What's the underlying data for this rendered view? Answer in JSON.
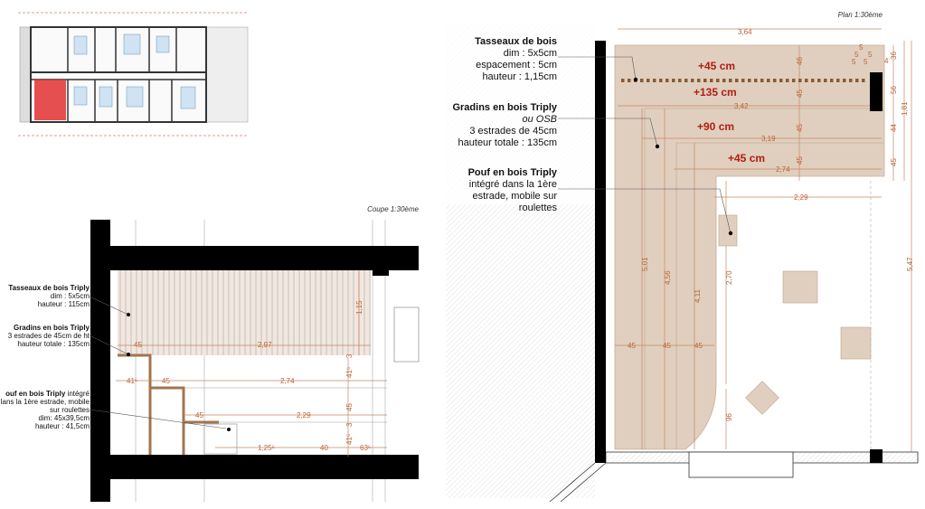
{
  "section": {
    "caption": "Coupe 1:30ème",
    "notes": [
      {
        "title": "Tasseaux de bois Triply",
        "lines": [
          "dim : 5x5cm",
          "hauteur : 115cm"
        ]
      },
      {
        "title": "Gradins en bois Triply",
        "lines": [
          "3 estrades de 45cm de ht",
          "hauteur totale : 135cm"
        ]
      },
      {
        "title": "ouf en bois Triply",
        "title_suffix": " intégré",
        "lines": [
          "lans la 1ère estrade, mobile",
          "sur roulettes",
          "dim: 45x39,5cm",
          "hauteur : 41,5cm"
        ]
      }
    ],
    "dims": [
      "45",
      "2,97",
      "1,15",
      "41⁵",
      "45",
      "2,74",
      "41⁵",
      "45",
      "45",
      "2,29",
      "1,25⁵",
      "40",
      "63⁵",
      "41⁵",
      "3",
      "3"
    ]
  },
  "plan": {
    "caption": "Plan 1:30ème",
    "levels": [
      "+45 cm",
      "+135 cm",
      "+90 cm",
      "+45 cm"
    ],
    "notes": [
      {
        "title": "Tasseaux de bois",
        "lines": [
          "dim : 5x5cm",
          "espacement : 5cm",
          "hauteur : 1,15cm"
        ]
      },
      {
        "title": "Gradins en bois Triply",
        "italic": "ou OSB",
        "lines": [
          "3 estrades de 45cm",
          "hauteur totale : 135cm"
        ]
      },
      {
        "title": "Pouf en bois Triply",
        "lines": [
          "intégré dans la 1ère",
          "estrade, mobile sur",
          "roulettes"
        ]
      }
    ],
    "dims_h": [
      "3,64",
      "3,42",
      "3,19",
      "2,74",
      "2,29",
      "45",
      "45",
      "45"
    ],
    "dims_v": [
      "46",
      "45",
      "45",
      "45",
      "36",
      "56",
      "44",
      "45",
      "1,81",
      "5,47",
      "5,01",
      "4,56",
      "4,11",
      "2,70",
      "96",
      "5",
      "5",
      "5",
      "5",
      "5",
      "4"
    ]
  },
  "colors": {
    "wood": "#e0cfbf",
    "dim": "#b8643a",
    "level": "#b01e12",
    "highlight": "#e03030"
  }
}
